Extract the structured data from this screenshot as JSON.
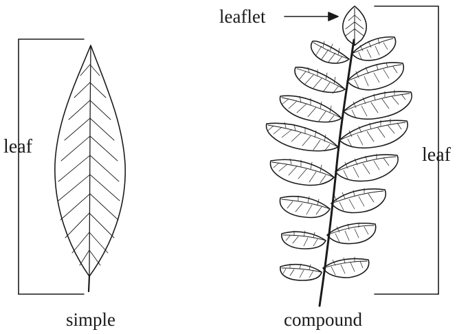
{
  "labels": {
    "simple_leaf": "leaf",
    "simple_caption": "simple",
    "compound_leaf": "leaf",
    "compound_caption": "compound",
    "leaflet": "leaflet"
  },
  "colors": {
    "ink": "#1a1a1a",
    "background": "#ffffff"
  }
}
